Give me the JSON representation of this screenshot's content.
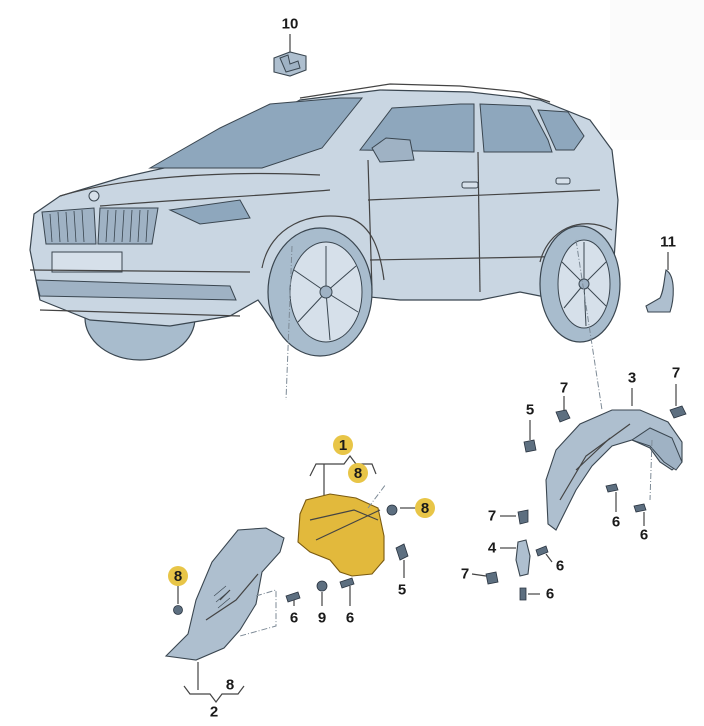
{
  "diagram": {
    "subject": "SUV wheel housing liner exploded view",
    "highlight_color": "#e8c547",
    "part_color_highlighted": "#e2b93c",
    "part_color_default": "#aebfcf",
    "vehicle_color": "#c9d6e2"
  },
  "callouts": {
    "c10": {
      "label": "10",
      "highlighted": false
    },
    "c11": {
      "label": "11",
      "highlighted": false
    },
    "c1": {
      "label": "1",
      "highlighted": true
    },
    "c1_8": {
      "label": "8",
      "highlighted": true
    },
    "c8_nut_front": {
      "label": "8",
      "highlighted": true
    },
    "c5_front": {
      "label": "5",
      "highlighted": false
    },
    "c6_front_a": {
      "label": "6",
      "highlighted": false
    },
    "c9": {
      "label": "9",
      "highlighted": false
    },
    "c6_front_b": {
      "label": "6",
      "highlighted": false
    },
    "c8_left": {
      "label": "8",
      "highlighted": true
    },
    "c2": {
      "label": "2",
      "highlighted": false
    },
    "c2_8": {
      "label": "8",
      "highlighted": false
    },
    "c3": {
      "label": "3",
      "highlighted": false
    },
    "c7_top_left": {
      "label": "7",
      "highlighted": false
    },
    "c7_top_right": {
      "label": "7",
      "highlighted": false
    },
    "c5_rear": {
      "label": "5",
      "highlighted": false
    },
    "c6_rear_a": {
      "label": "6",
      "highlighted": false
    },
    "c6_rear_b": {
      "label": "6",
      "highlighted": false
    },
    "c7_bracket_top": {
      "label": "7",
      "highlighted": false
    },
    "c4": {
      "label": "4",
      "highlighted": false
    },
    "c6_bracket_right": {
      "label": "6",
      "highlighted": false
    },
    "c7_bracket_left": {
      "label": "7",
      "highlighted": false
    },
    "c6_bracket_bottom": {
      "label": "6",
      "highlighted": false
    }
  }
}
